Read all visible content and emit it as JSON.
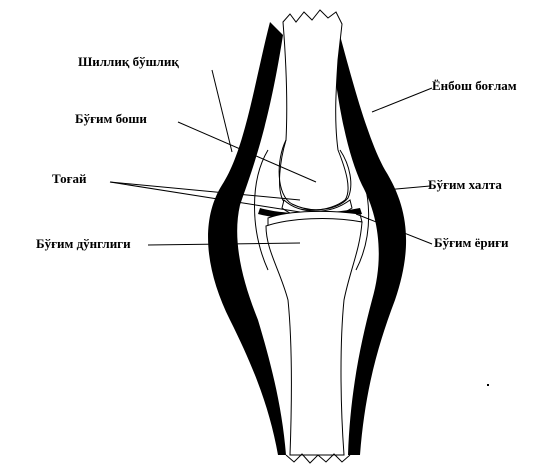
{
  "labels": {
    "shilliq_bushliq": "Шиллиқ бўшлиқ",
    "enbosh_boglam": "Ёнбош боғлам",
    "bugim_boshi": "Бўғим боши",
    "togay": "Тоғай",
    "bugim_xalta": "Бўғим халта",
    "bugim_dungligi": "Бўғим дўнглиги",
    "bugim_yerigi": "Бўғим ёриғи"
  },
  "colors": {
    "ink": "#000000",
    "background": "#ffffff"
  }
}
